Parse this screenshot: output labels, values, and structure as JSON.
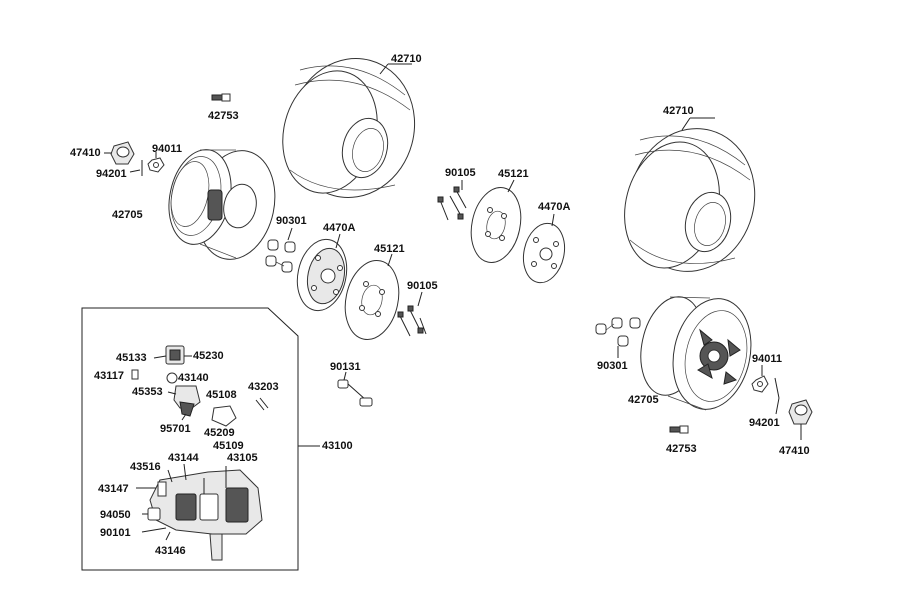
{
  "labels": {
    "tire_left": "42710",
    "tire_right": "42710",
    "valve_left": "42753",
    "valve_right": "42753",
    "nut_cap_left": "47410",
    "nut_cap_right": "47410",
    "washer_left": "94011",
    "washer_right": "94011",
    "pin_left": "94201",
    "pin_right": "94201",
    "rim_left": "42705",
    "rim_right": "42705",
    "bolt_set_left": "90301",
    "bolt_set_right": "90301",
    "hub_left": "4470A",
    "hub_right": "4470A",
    "disc_left": "45121",
    "disc_right": "45121",
    "disc_bolts_left": "90105",
    "disc_bolts_right": "90105",
    "bolt_90131": "90131",
    "caliper_asm": "43100",
    "p45133": "45133",
    "p45230": "45230",
    "p43117": "43117",
    "p43140": "43140",
    "p45353": "45353",
    "p45108": "45108",
    "p43203": "43203",
    "p95701": "95701",
    "p45209": "45209",
    "p45109": "45109",
    "p43144": "43144",
    "p43105": "43105",
    "p43516": "43516",
    "p43147": "43147",
    "p94050": "94050",
    "p90101": "90101",
    "p43146": "43146"
  }
}
